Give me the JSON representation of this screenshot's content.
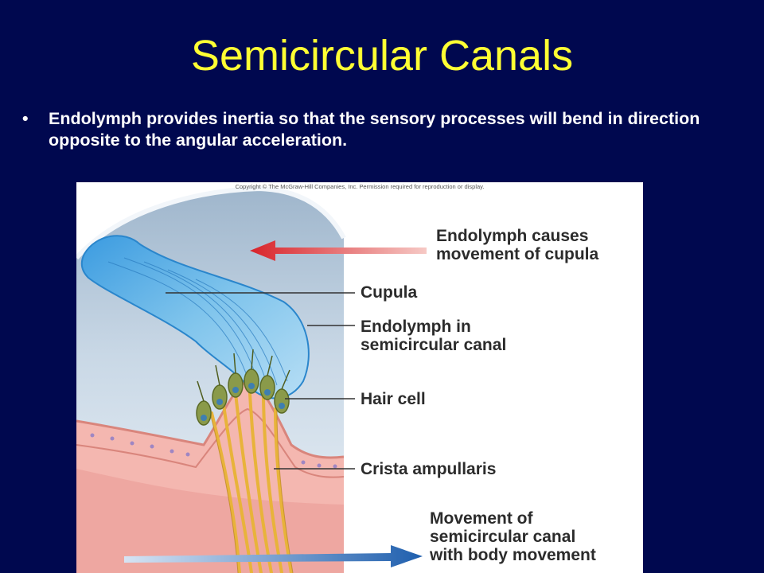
{
  "slide": {
    "title": "Semicircular Canals",
    "bullet": "Endolymph provides inertia so that the sensory processes will bend in direction opposite to the angular acceleration.",
    "bullet_glyph": "•"
  },
  "figure": {
    "copyright": "Copyright © The McGraw-Hill Companies, Inc. Permission required for reproduction or display.",
    "labels": {
      "endolymph_causes": [
        "Endolymph causes",
        "movement of cupula"
      ],
      "cupula": "Cupula",
      "endolymph_in": [
        "Endolymph in",
        "semicircular canal"
      ],
      "hair_cell": "Hair cell",
      "crista": "Crista ampullaris",
      "movement": [
        "Movement of",
        "semicircular canal",
        "with body movement"
      ]
    },
    "colors": {
      "background": "#00084f",
      "title": "#ffff33",
      "cupula": "#7fc4ec",
      "endolymph": "#b8cde0",
      "crista": "#f4b7b0",
      "nerve": "#e8b33a",
      "hair_cell": "#8a9a4a",
      "red_arrow": "#d8232a",
      "blue_arrow": "#1f5fae"
    }
  }
}
